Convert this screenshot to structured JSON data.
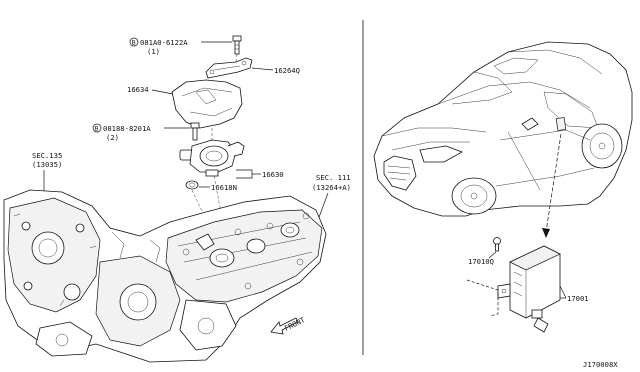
{
  "callouts": {
    "bolt_upper": {
      "ref": "B",
      "part": "081A0-6122A",
      "qty": "(1)"
    },
    "bracket": "16264Q",
    "cover": "16634",
    "bolt_lower": {
      "ref": "B",
      "part": "08188-8201A",
      "qty": "(2)"
    },
    "pump": "16630",
    "oring": "16618N",
    "sec135": {
      "title": "SEC.135",
      "code": "(13035)"
    },
    "sec111": {
      "title": "SEC. 111",
      "code": "(13264+A)"
    },
    "front": "FRONT",
    "screw": "17010Q",
    "module": "17001"
  },
  "diagram_id": "J170008X"
}
